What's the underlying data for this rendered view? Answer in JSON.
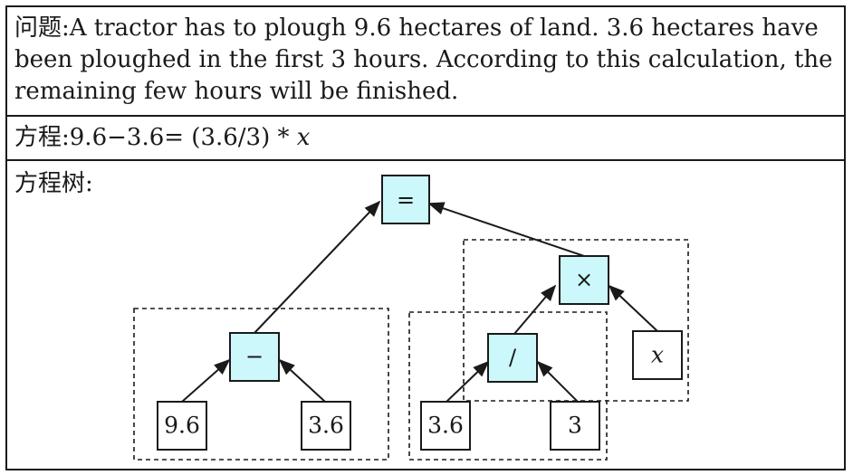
{
  "problem": {
    "label": "问题:",
    "text": "A tractor has to plough 9.6 hectares of land. 3.6 hectares have been ploughed in the first 3 hours. According to this calculation, the remaining few hours will be finished."
  },
  "equation": {
    "label": "方程:",
    "expr": "9.6−3.6= (3.6/3) * ",
    "variable": "x"
  },
  "tree": {
    "label": "方程树:",
    "root": "=",
    "minus_op": "−",
    "times_op": "×",
    "divide_op": "/",
    "leaf_96": "9.6",
    "leaf_36_left": "3.6",
    "leaf_36_div": "3.6",
    "leaf_3": "3",
    "leaf_x": "x",
    "colors": {
      "operator_fill": "#ccf8fb",
      "leaf_fill": "#ffffff",
      "stroke": "#1a1a1a"
    }
  }
}
